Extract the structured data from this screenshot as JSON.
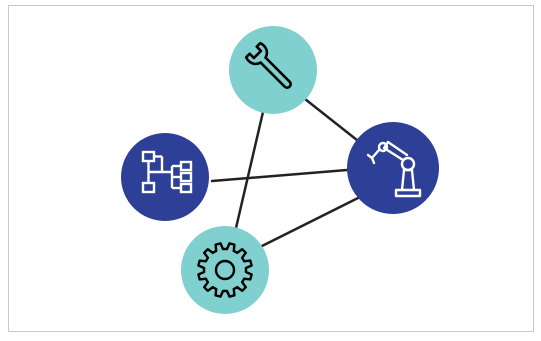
{
  "diagram": {
    "nodes": [
      {
        "id": "wrench",
        "icon": "wrench-icon",
        "fill": "#7fd0cf"
      },
      {
        "id": "hierarchy",
        "icon": "hierarchy-icon",
        "fill": "#2d3f96"
      },
      {
        "id": "robot-arm",
        "icon": "robot-arm-icon",
        "fill": "#2d3f96"
      },
      {
        "id": "gear",
        "icon": "gear-icon",
        "fill": "#7fd0cf"
      }
    ],
    "edges": [
      {
        "from": "wrench",
        "to": "robot-arm"
      },
      {
        "from": "wrench",
        "to": "gear"
      },
      {
        "from": "hierarchy",
        "to": "robot-arm"
      },
      {
        "from": "gear",
        "to": "robot-arm"
      }
    ],
    "colors": {
      "teal": "#7fd0cf",
      "navy": "#2d3f96",
      "line": "#222222",
      "icon_dark": "#000000",
      "icon_light": "#ffffff"
    }
  }
}
